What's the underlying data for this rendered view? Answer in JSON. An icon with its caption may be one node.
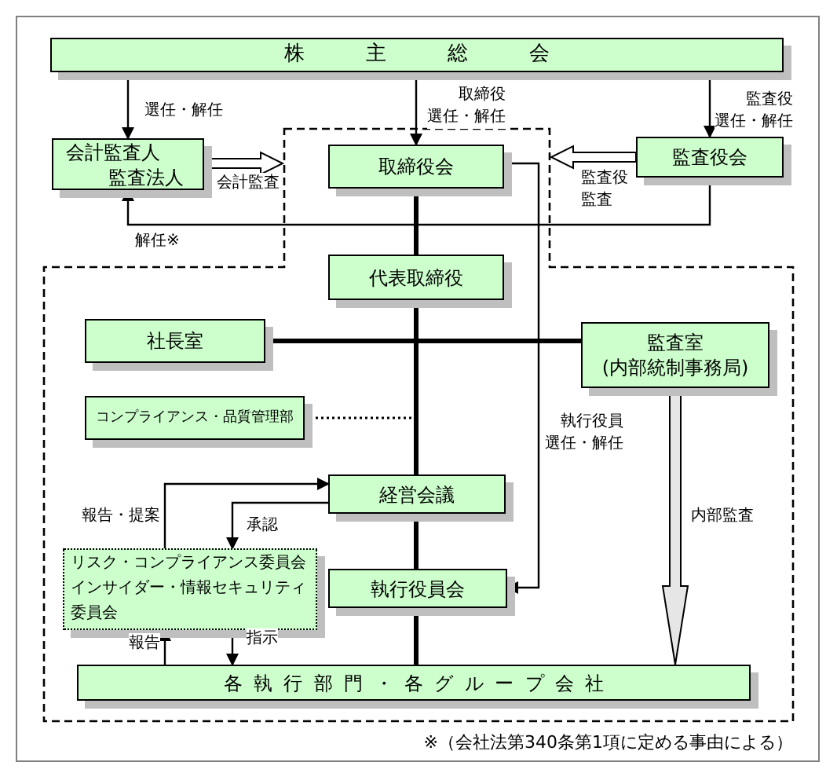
{
  "diagram": {
    "nodes": [
      {
        "text": [
          "株主総会"
        ]
      },
      {
        "text": [
          "会計監査人",
          "監査法人"
        ]
      },
      {
        "text": [
          "取締役会"
        ]
      },
      {
        "text": [
          "監査役会"
        ]
      },
      {
        "text": [
          "代表取締役"
        ]
      },
      {
        "text": [
          "社長室"
        ]
      },
      {
        "text": [
          "監査室",
          "(内部統制事務局)"
        ]
      },
      {
        "text": [
          "コンプライアンス・品質管理部"
        ]
      },
      {
        "text": [
          "経営会議"
        ]
      },
      {
        "text": [
          "リスク・コンプライアンス委員会",
          "インサイダー・情報セキュリティ委員会"
        ]
      },
      {
        "text": [
          "執行役員会"
        ]
      },
      {
        "text": [
          "各執行部門・各グループ会社"
        ]
      }
    ],
    "edges": [
      {
        "from": 0,
        "to": 1,
        "arrow": "to",
        "label": "選任・解任"
      },
      {
        "from": 0,
        "to": 2,
        "arrow": "to",
        "label": "取締役選任・解任"
      },
      {
        "from": 0,
        "to": 3,
        "arrow": "to",
        "label": "監査役選任・解任"
      },
      {
        "from": 1,
        "to": null,
        "arrow": "to",
        "label": "会計監査",
        "style": "thick"
      },
      {
        "from": 3,
        "to": null,
        "arrow": "to",
        "label": "監査役監査",
        "style": "thick"
      },
      {
        "from": 3,
        "to": 1,
        "arrow": "to",
        "label": "解任※"
      },
      {
        "from": 2,
        "to": 4,
        "arrow": "none",
        "style": "thick"
      },
      {
        "from": 4,
        "to": 5,
        "arrow": "none",
        "style": "thick"
      },
      {
        "from": 4,
        "to": 6,
        "arrow": "none",
        "style": "thick"
      },
      {
        "from": 7,
        "to": 4,
        "arrow": "none",
        "style": "dashed"
      },
      {
        "from": 4,
        "to": 8,
        "arrow": "none",
        "style": "thick"
      },
      {
        "from": 2,
        "to": 10,
        "arrow": "to",
        "label": "執行役員選任・解任"
      },
      {
        "from": 8,
        "to": 10,
        "arrow": "none",
        "style": "thick"
      },
      {
        "from": 10,
        "to": 11,
        "arrow": "none",
        "style": "thick"
      },
      {
        "from": 6,
        "to": 11,
        "arrow": "to",
        "label": "内部監査",
        "style": "thick"
      },
      {
        "from": 9,
        "to": 8,
        "arrow": "to",
        "label": "報告・提案"
      },
      {
        "from": 8,
        "to": 9,
        "arrow": "to",
        "label": "承認"
      },
      {
        "from": 11,
        "to": 9,
        "arrow": "to",
        "label": "報告"
      },
      {
        "from": 9,
        "to": 11,
        "arrow": "to",
        "label": "指示"
      }
    ],
    "labels": [
      "※（会社法第340条第1項に定める事由による）"
    ]
  }
}
